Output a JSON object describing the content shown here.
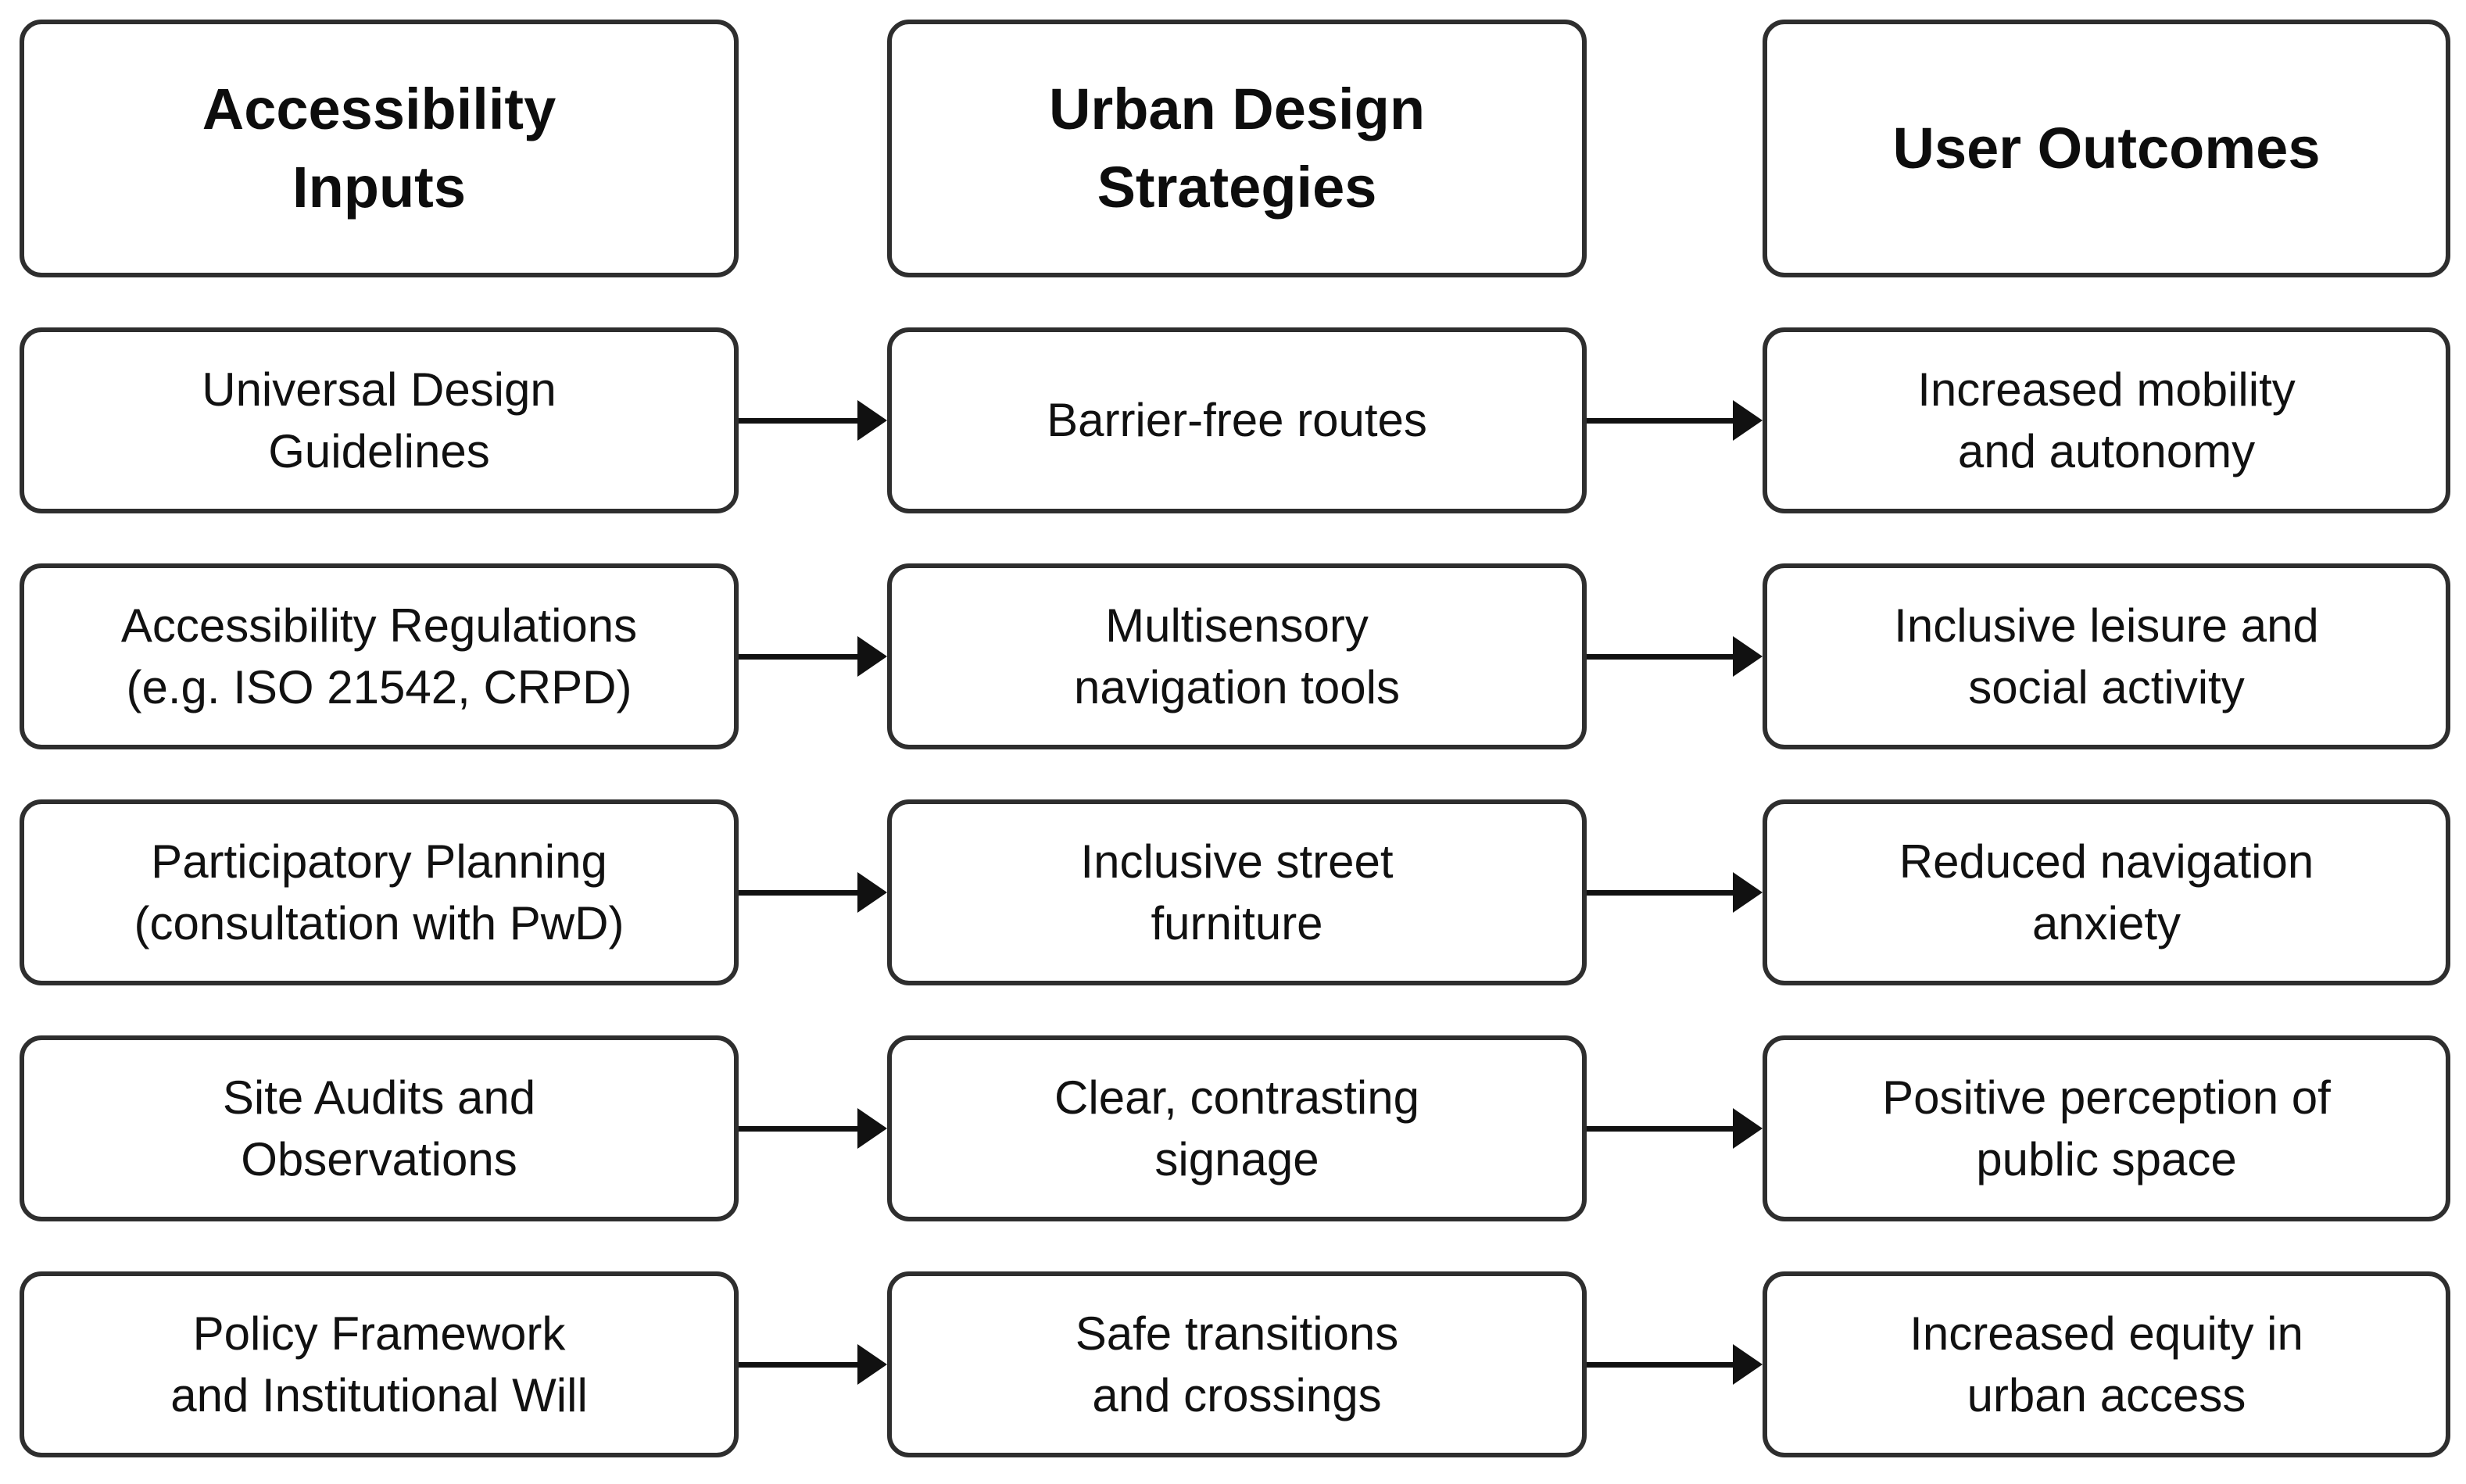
{
  "diagram": {
    "title": "Accessibility inputs to urban design strategies to user outcomes flowchart",
    "colors": {
      "background": "#ffffff",
      "box_border": "#2e2e2e",
      "text": "#111111",
      "arrow": "#111111"
    },
    "columns": [
      {
        "id": "accessibility-inputs",
        "header": "Accessibility\nInputs",
        "items": [
          "Universal Design\nGuidelines",
          "Accessibility Regulations\n(e.g. ISO 21542, CRPD)",
          "Participatory Planning\n(consultation with PwD)",
          "Site Audits and\nObservations",
          "Policy Framework\nand Institutional Will"
        ]
      },
      {
        "id": "urban-design-strategies",
        "header": "Urban Design\nStrategies",
        "items": [
          "Barrier-free routes",
          "Multisensory\nnavigation tools",
          "Inclusive street\nfurniture",
          "Clear, contrasting\nsignage",
          "Safe transitions\nand crossings"
        ]
      },
      {
        "id": "user-outcomes",
        "header": "User Outcomes",
        "items": [
          "Increased mobility\nand autonomy",
          "Inclusive leisure and\nsocial activity",
          "Reduced navigation\nanxiety",
          "Positive perception of\npublic space",
          "Increased equity in\nurban access"
        ]
      }
    ]
  }
}
